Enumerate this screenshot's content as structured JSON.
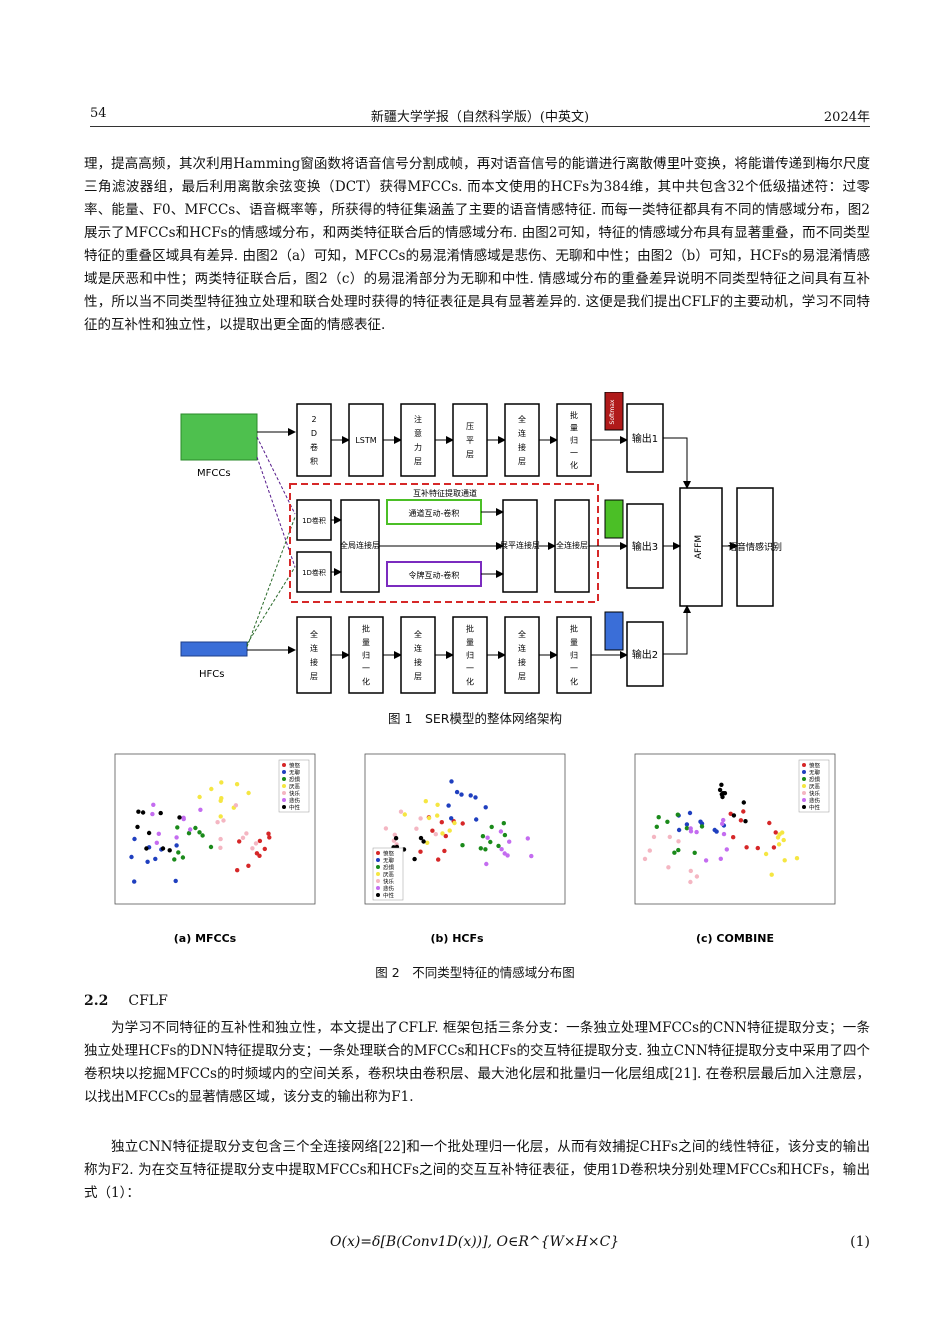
{
  "header": {
    "page": "54",
    "journal": "新疆大学学报（自然科学版）(中英文)",
    "year": "2024年"
  },
  "para1": "理，提高高频，其次利用Hamming窗函数将语音信号分割成帧，再对语音信号的能谱进行离散傅里叶变换，将能谱传递到梅尔尺度三角滤波器组，最后利用离散余弦变换（DCT）获得MFCCs. 而本文使用的HCFs为384维，其中共包含32个低级描述符：过零率、能量、F0、MFCCs、语音概率等，所获得的特征集涵盖了主要的语音情感特征. 而每一类特征都具有不同的情感域分布，图2展示了MFCCs和HCFs的情感域分布，和两类特征联合后的情感域分布. 由图2可知，特征的情感域分布具有显著重叠，而不同类型特征的重叠区域具有差异. 由图2（a）可知，MFCCs的易混淆情感域是悲伤、无聊和中性；由图2（b）可知，HCFs的易混淆情感域是厌恶和中性；两类特征联合后，图2（c）的易混淆部分为无聊和中性. 情感域分布的重叠差异说明不同类型特征之间具有互补性，所以当不同类型特征独立处理和联合处理时获得的特征表征是具有显著差异的. 这便是我们提出CFLF的主要动机，学习不同特征的互补性和独立性，以提取出更全面的情感表征.",
  "fig1": {
    "caption": "图 1　SER模型的整体网络架构",
    "mfcc_label": "MFCCs",
    "hfc_label": "HFCs",
    "top": [
      "2D卷积",
      "LSTM",
      "注意力层",
      "压平层",
      "全连接层",
      "批量归一化"
    ],
    "out1": "输出1",
    "mid_left": [
      "1D卷积",
      "1D卷积"
    ],
    "global": "全局连接层",
    "channel_title": "互补特征提取通道",
    "chan": "通道互动-卷积",
    "token": "令牌互动-卷积",
    "flatten": "展平连接层",
    "fc": "全连接层",
    "out3": "输出3",
    "bottom": [
      "全连接层",
      "批量归一化",
      "全连接层",
      "批量归一化",
      "全连接层",
      "批量归一化"
    ],
    "out2": "输出2",
    "softmax": "Softmax",
    "affm": "AFFM",
    "ser": "语音情感识别"
  },
  "fig2": {
    "caption": "图 2　不同类型特征的情感域分布图",
    "sub": [
      "(a) MFCCs",
      "(b) HCFs",
      "(c) COMBINE"
    ],
    "legend": [
      "愤怒",
      "无聊",
      "恐惧",
      "厌恶",
      "快乐",
      "悲伤",
      "中性"
    ]
  },
  "section": {
    "num": "2.2",
    "title": "CFLF"
  },
  "para2": "为学习不同特征的互补性和独立性，本文提出了CFLF. 框架包括三条分支：一条独立处理MFCCs的CNN特征提取分支；一条独立处理HCFs的DNN特征提取分支；一条处理联合的MFCCs和HCFs的交互特征提取分支. 独立CNN特征提取分支中采用了四个卷积块以挖掘MFCCs的时频域内的空间关系，卷积块由卷积层、最大池化层和批量归一化层组成[21]. 在卷积层最后加入注意层，以找出MFCCs的显著情感区域，该分支的输出称为F1.",
  "para3": "独立CNN特征提取分支包含三个全连接网络[22]和一个批处理归一化层，从而有效捕捉CHFs之间的线性特征，该分支的输出称为F2. 为在交互特征提取分支中提取MFCCs和HCFs之间的交互互补特征表征，使用1D卷积块分别处理MFCCs和HCFs，输出式（1）：",
  "equation": {
    "formula": "O(x)=δ[B(Conv1D(x))],   O∈R^{W×H×C}",
    "number": "(1)"
  }
}
